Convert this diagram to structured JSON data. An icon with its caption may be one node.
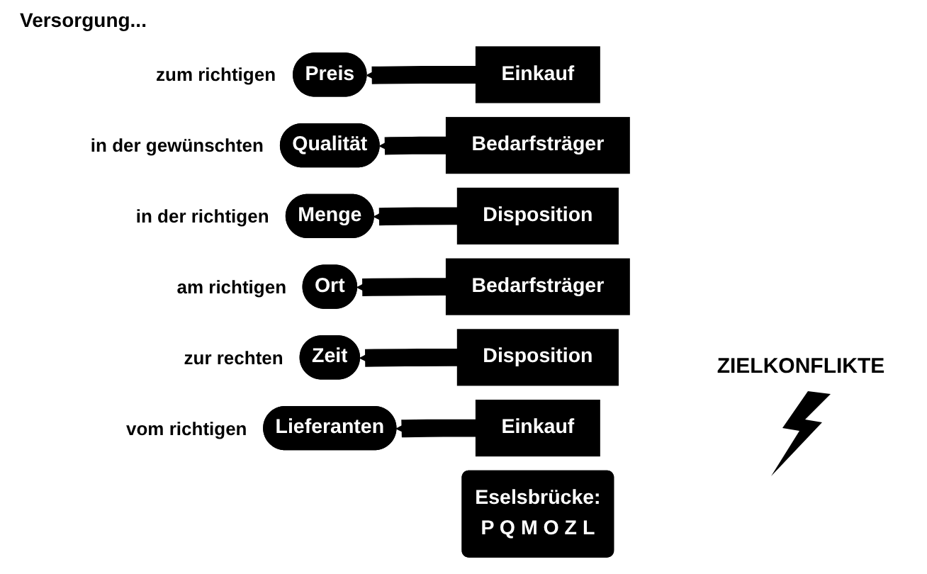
{
  "diagram": {
    "title": "Versorgung...",
    "nodes": [
      {
        "text": [
          "Preis"
        ],
        "beside": [
          "zum richtigen"
        ]
      },
      {
        "text": [
          "Einkauf"
        ]
      },
      {
        "text": [
          "Qualität"
        ],
        "beside": [
          "in der gewünschten"
        ]
      },
      {
        "text": [
          "Bedarfsträger"
        ]
      },
      {
        "text": [
          "Menge"
        ],
        "beside": [
          "in der richtigen"
        ]
      },
      {
        "text": [
          "Disposition"
        ]
      },
      {
        "text": [
          "Ort"
        ],
        "beside": [
          "am richtigen"
        ]
      },
      {
        "text": [
          "Bedarfsträger"
        ]
      },
      {
        "text": [
          "Zeit"
        ],
        "beside": [
          "zur rechten"
        ]
      },
      {
        "text": [
          "Disposition"
        ]
      },
      {
        "text": [
          "Lieferanten"
        ],
        "beside": [
          "vom richtigen"
        ]
      },
      {
        "text": [
          "Einkauf"
        ]
      },
      {
        "text": [
          "Eselsbrücke:",
          "P Q M O Z L"
        ]
      }
    ],
    "edges": [
      {
        "from": 1,
        "to": 0,
        "arrow": "to"
      },
      {
        "from": 3,
        "to": 2,
        "arrow": "to"
      },
      {
        "from": 5,
        "to": 4,
        "arrow": "to"
      },
      {
        "from": 7,
        "to": 6,
        "arrow": "to"
      },
      {
        "from": 9,
        "to": 8,
        "arrow": "to"
      },
      {
        "from": 11,
        "to": 10,
        "arrow": "to"
      }
    ],
    "labels": [
      "ZIELKONFLIKTE"
    ]
  }
}
